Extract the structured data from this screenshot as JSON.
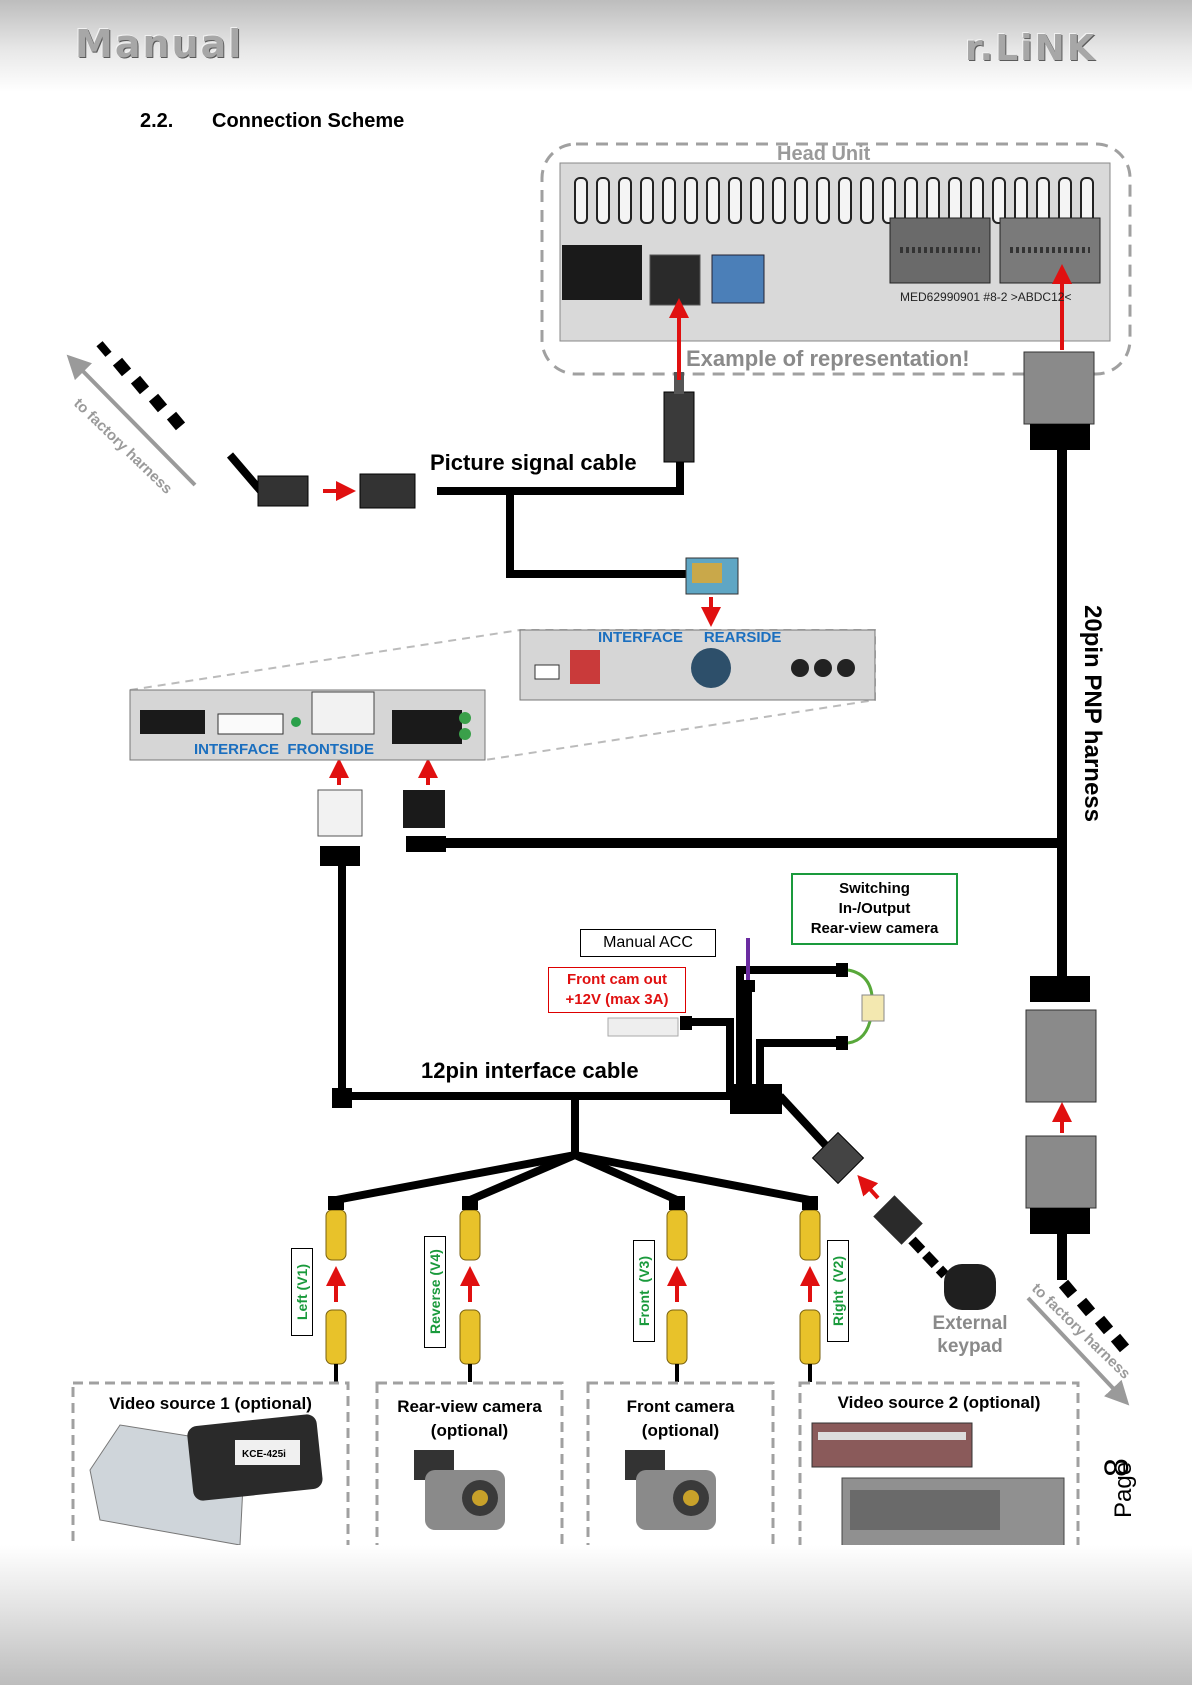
{
  "header": {
    "left_brand": "Manual",
    "right_brand": "r.LiNK"
  },
  "section": {
    "number": "2.2.",
    "title": "Connection Scheme"
  },
  "diagram": {
    "head_unit_label": "Head Unit",
    "example_note": "Example of representation!",
    "head_unit_marking": "MED62990901 #8-2 >ABDC12<",
    "picture_cable": "Picture signal cable",
    "factory_harness": "to factory harness",
    "interface_rear": "INTERFACE     REARSIDE",
    "interface_front": "INTERFACE  FRONTSIDE",
    "pnp_harness": "20pin PNP harness",
    "switching_box": [
      "Switching",
      "In-/Output",
      "Rear-view camera"
    ],
    "manual_acc": "Manual ACC",
    "front_cam_out": [
      "Front cam out",
      "+12V (max 3A)"
    ],
    "interface_cable": "12pin interface cable",
    "external_keypad": [
      "External",
      "keypad"
    ],
    "inputs": [
      "Left (V1)",
      "Reverse (V4)",
      "Front  (V3)",
      "Right  (V2)"
    ],
    "sources": [
      {
        "title": [
          "Video source 1 (optional)"
        ],
        "device_text": "KCE-425i"
      },
      {
        "title": [
          "Rear-view camera",
          "(optional)"
        ]
      },
      {
        "title": [
          "Front camera",
          "(optional)"
        ]
      },
      {
        "title": [
          "Video source 2 (optional)"
        ]
      }
    ]
  },
  "footer": {
    "page_label": "Page",
    "page_number": "8"
  }
}
